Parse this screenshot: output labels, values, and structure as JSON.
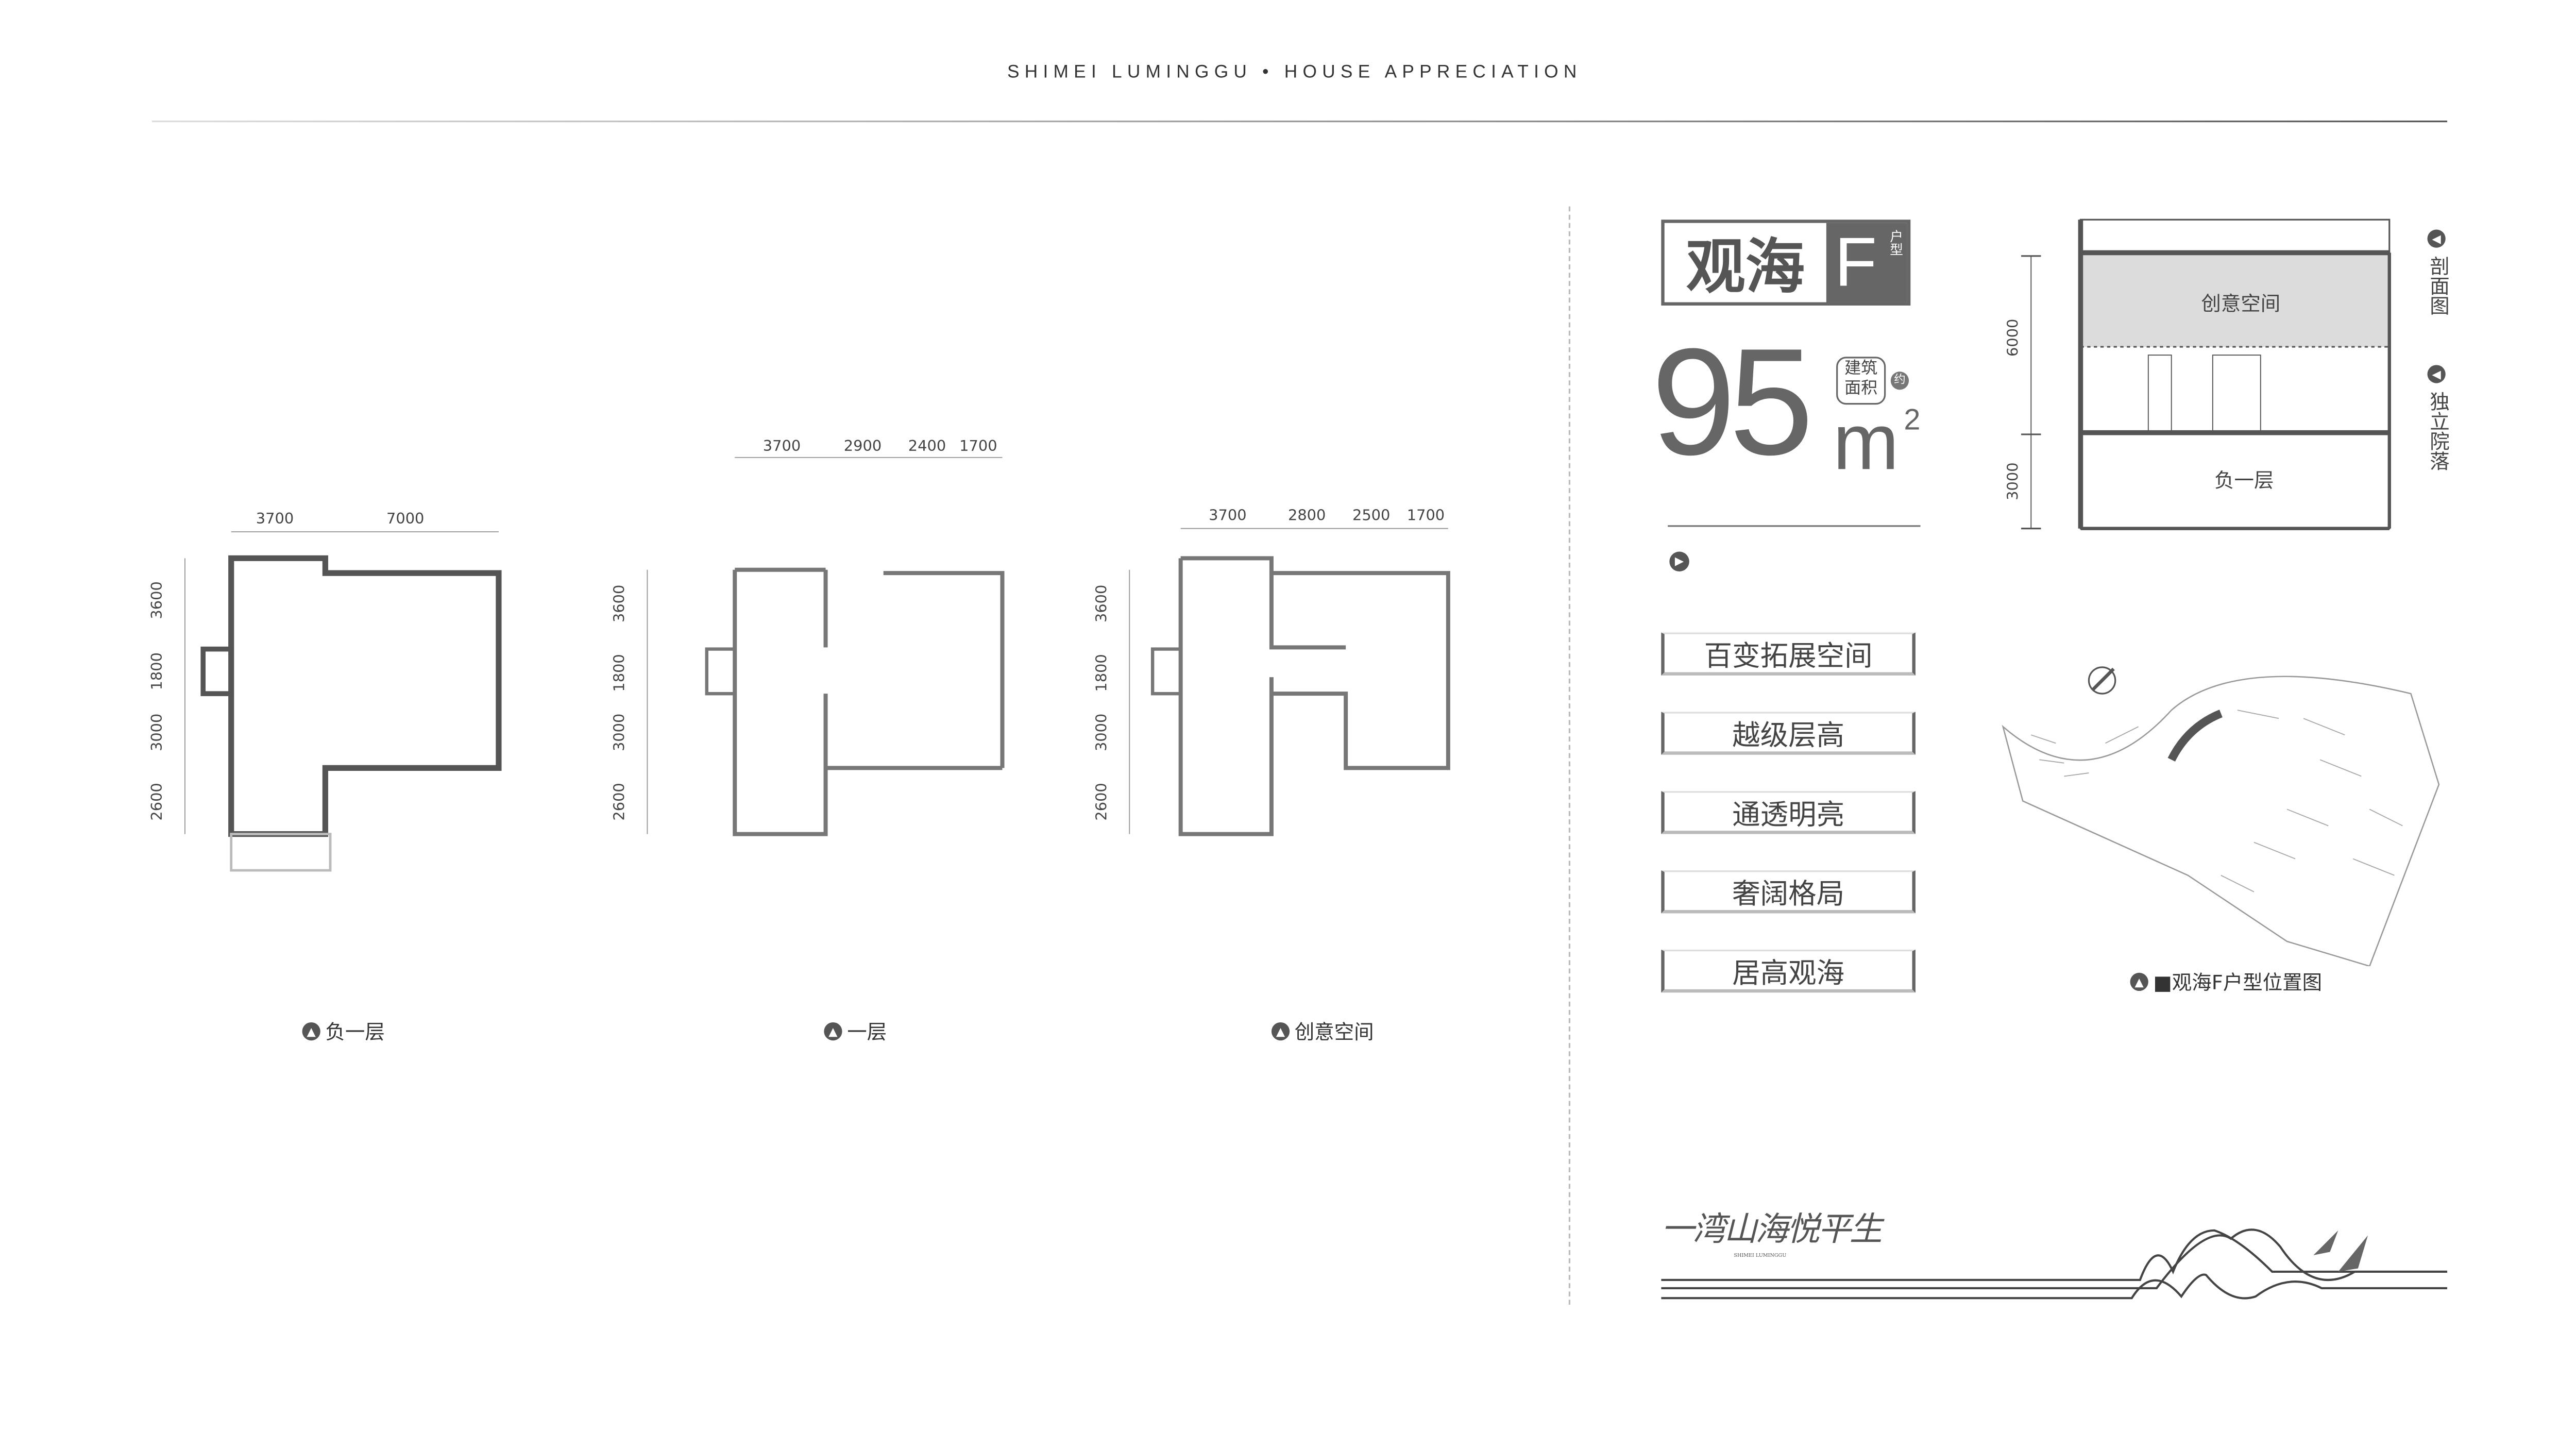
{
  "header": {
    "title": "SHIMEI LUMINGGU • HOUSE APPRECIATION"
  },
  "plans": [
    {
      "label": "负一层",
      "top_dims": [
        "3700",
        "7000"
      ],
      "left_dims": [
        "3600",
        "1800",
        "3000",
        "2600"
      ]
    },
    {
      "label": "一层",
      "top_dims": [
        "3700",
        "2900",
        "2400",
        "1700"
      ],
      "left_dims": [
        "3600",
        "1800",
        "3000",
        "2600"
      ]
    },
    {
      "label": "创意空间",
      "top_dims": [
        "3700",
        "2800",
        "2500",
        "1700"
      ],
      "left_dims": [
        "3600",
        "1800",
        "3000",
        "2600"
      ]
    }
  ],
  "unit": {
    "name": "观海",
    "letter": "F",
    "type_label": "户型",
    "area": "95",
    "area_unit": "m",
    "area_sup": "2",
    "badge": "建筑面积",
    "approx": "约"
  },
  "features": [
    "百变拓展空间",
    "越级层高",
    "通透明亮",
    "奢阔格局",
    "居高观海"
  ],
  "section": {
    "upper_label": "创意空间",
    "lower_label": "负一层",
    "dims": [
      "6000",
      "3000"
    ],
    "side_labels": [
      "剖面图",
      "独立院落"
    ]
  },
  "site_plan": {
    "caption": "■观海F户型位置图"
  },
  "logo": {
    "text": "一湾山海悦平生",
    "sub": "SHIMEI LUMINGGU"
  },
  "colors": {
    "primary": "#666666",
    "accent_fill": "#dddddd"
  }
}
